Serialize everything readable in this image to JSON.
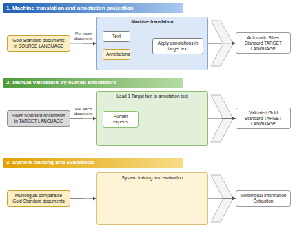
{
  "diagram": {
    "nodes": [
      {
        "text": [
          "1. Machine translation and annotation projection"
        ]
      },
      {
        "text": [
          "Gold Standard documents in SOURCE LANGUAGE"
        ]
      },
      {
        "text": [
          "Machine translation"
        ]
      },
      {
        "text": [
          "Text"
        ],
        "in": 2
      },
      {
        "text": [
          "Annotations"
        ],
        "in": 2
      },
      {
        "text": [
          "Apply annotations in target text"
        ],
        "in": 2
      },
      {
        "text": [
          "Automatic Silver Standard TARGET LANGUAGE"
        ]
      },
      {
        "text": [
          "2. Manual validation by human annotators"
        ]
      },
      {
        "text": [
          "Silver Standard documents in TARGET LANGUAGE"
        ]
      },
      {
        "text": [
          "Load 1 Target text to annotation tool"
        ]
      },
      {
        "text": [
          "Human experts"
        ],
        "in": 9
      },
      {
        "text": [
          "Validated Gold Standard TARGET LANGUAGE"
        ]
      },
      {
        "text": [
          "3. System training and evaluation"
        ]
      },
      {
        "text": [
          "Multilingual comparable Gold Standard documents"
        ]
      },
      {
        "text": [
          "System training and evaluation"
        ]
      },
      {
        "text": [
          "Multilingual Information Extraction"
        ]
      }
    ],
    "edges": [
      {
        "from": 1,
        "to": 2,
        "arrow": "to",
        "label": "Per each document"
      },
      {
        "from": 3,
        "to": 5,
        "arrow": "to"
      },
      {
        "from": 4,
        "to": 5,
        "arrow": "to"
      },
      {
        "from": 2,
        "to": 6,
        "arrow": "to"
      },
      {
        "from": 8,
        "to": 9,
        "arrow": "to",
        "label": "Per each document"
      },
      {
        "from": 9,
        "to": 11,
        "arrow": "to"
      },
      {
        "from": 13,
        "to": 14,
        "arrow": "to"
      },
      {
        "from": 14,
        "to": 15,
        "arrow": "to"
      }
    ]
  }
}
